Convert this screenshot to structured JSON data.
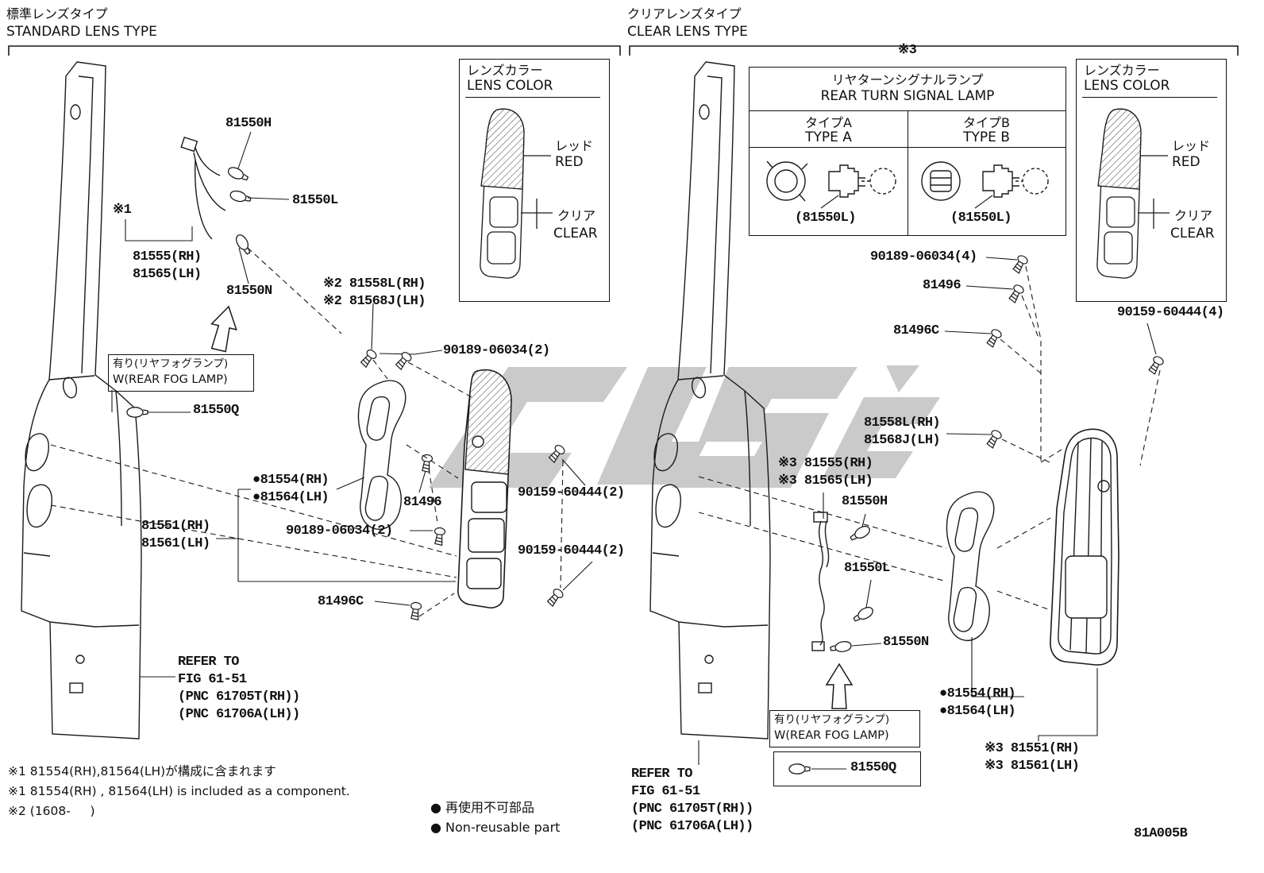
{
  "header": {
    "left_title_jp": "標準レンズタイプ",
    "left_title_en": "STANDARD LENS TYPE",
    "right_title_jp": "クリアレンズタイプ",
    "right_title_en": "CLEAR LENS TYPE",
    "ref3": "※3"
  },
  "lens_color": {
    "title_jp": "レンズカラー",
    "title_en": "LENS COLOR",
    "red_jp": "レッド",
    "red_en": "RED",
    "clear_jp": "クリア",
    "clear_en": "CLEAR"
  },
  "turn_table": {
    "title_jp": "リヤターンシグナルランプ",
    "title_en": "REAR TURN SIGNAL LAMP",
    "type_a_jp": "タイプA",
    "type_a_en": "TYPE A",
    "type_b_jp": "タイプB",
    "type_b_en": "TYPE B",
    "part_a": "(81550L)",
    "part_b": "(81550L)"
  },
  "std": {
    "p81550H": "81550H",
    "p81550L": "81550L",
    "ref1": "※1",
    "p81555": "81555(RH)",
    "p81565": "81565(LH)",
    "p81550N": "81550N",
    "fog_jp": "有り(リヤフォグランプ)",
    "fog_en": "W(REAR FOG LAMP)",
    "p81550Q": "81550Q",
    "p81558L": "※2 81558L(RH)",
    "p81568J": "※2 81568J(LH)",
    "p90189_top": "90189-06034(2)",
    "p81554": "●81554(RH)",
    "p81564": "●81564(LH)",
    "p81496": "81496",
    "p90159_up": "90159-60444(2)",
    "p81551": "81551(RH)",
    "p81561": "81561(LH)",
    "p90189_low": "90189-06034(2)",
    "p90159_low": "90159-60444(2)",
    "p81496C": "81496C",
    "refer_1": "REFER TO",
    "refer_2": "FIG 61-51",
    "refer_3": "(PNC 61705T(RH))",
    "refer_4": "(PNC 61706A(LH))"
  },
  "clr": {
    "p90189": "90189-06034(4)",
    "p81496": "81496",
    "p81496C": "81496C",
    "p90159": "90159-60444(4)",
    "p81558L": "81558L(RH)",
    "p81568J": "81568J(LH)",
    "p81555": "※3 81555(RH)",
    "p81565": "※3 81565(LH)",
    "p81550H": "81550H",
    "p81550L": "81550L",
    "p81550N": "81550N",
    "fog_jp": "有り(リヤフォグランプ)",
    "fog_en": "W(REAR FOG LAMP)",
    "p81550Q": "81550Q",
    "p81554": "●81554(RH)",
    "p81564": "●81564(LH)",
    "p81551": "※3 81551(RH)",
    "p81561": "※3 81561(LH)",
    "refer_1": "REFER TO",
    "refer_2": "FIG 61-51",
    "refer_3": "(PNC 61705T(RH))",
    "refer_4": "(PNC 61706A(LH))"
  },
  "notes": {
    "n1_jp": "※1 81554(RH),81564(LH)が構成に含まれます",
    "n1_en": "※1 81554(RH) , 81564(LH) is included as a component.",
    "n2": "※2 (1608-     )",
    "legend_jp": "● 再使用不可部品",
    "legend_en": "● Non-reusable part",
    "doc_code": "81A005B"
  },
  "colors": {
    "ink": "#1a1a1a",
    "watermark": "#cacaca"
  }
}
